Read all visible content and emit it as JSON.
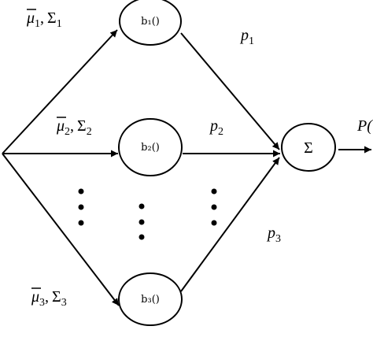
{
  "nodes": {
    "b1": {
      "label": "b₁()"
    },
    "b2": {
      "label": "b₂()"
    },
    "b3": {
      "label": "b₃()"
    },
    "sum": {
      "label": "Σ"
    }
  },
  "inputs": [
    {
      "mu": "μ",
      "mu_sub": "1",
      "sep": ",",
      "sigma": "Σ",
      "sigma_sub": "1"
    },
    {
      "mu": "μ",
      "mu_sub": "2",
      "sep": ",",
      "sigma": "Σ",
      "sigma_sub": "2"
    },
    {
      "mu": "μ",
      "mu_sub": "3",
      "sep": ",",
      "sigma": "Σ",
      "sigma_sub": "3"
    }
  ],
  "weights": [
    {
      "p": "p",
      "sub": "1"
    },
    {
      "p": "p",
      "sub": "2"
    },
    {
      "p": "p",
      "sub": "3"
    }
  ],
  "output": {
    "label": "P("
  }
}
